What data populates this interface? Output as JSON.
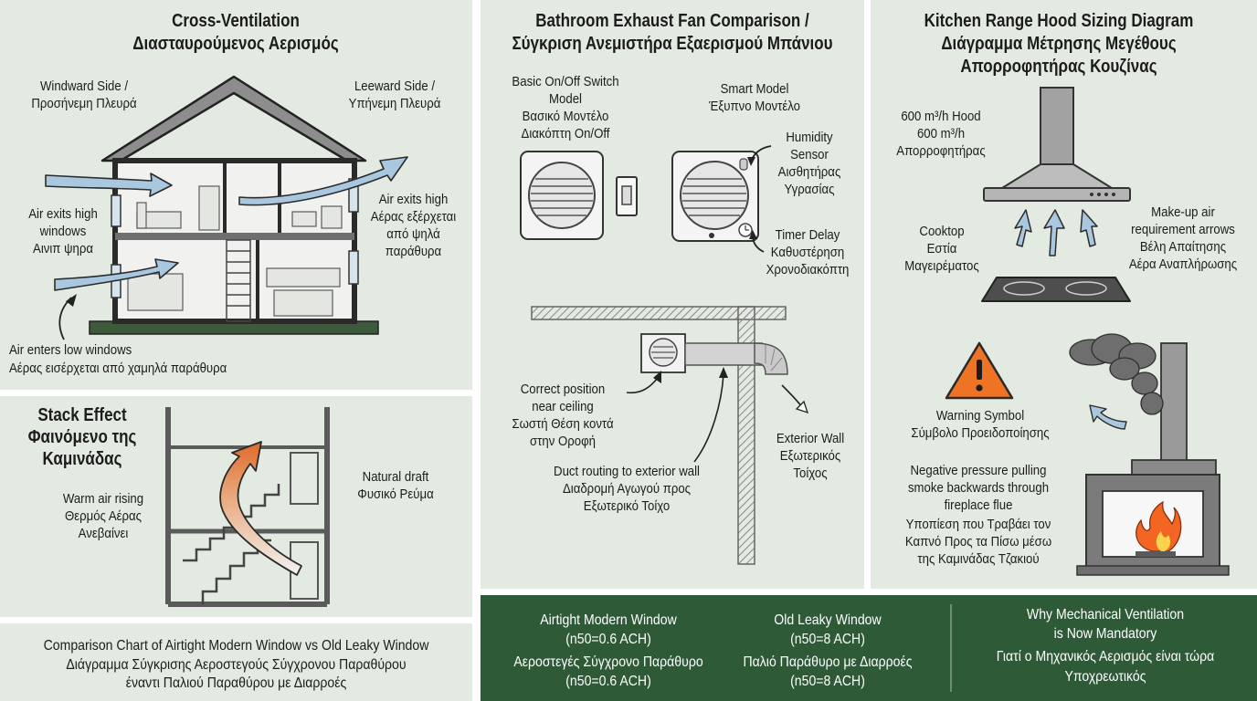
{
  "cross": {
    "title_en": "Cross-Ventilation",
    "title_gr": "Διασταυρούμενος Αερισμός",
    "windward_1": "Windward Side /",
    "windward_2": "Προσήνεμη Πλευρά",
    "leeward_1": "Leeward Side /",
    "leeward_2": "Υπήνεμη Πλευρά",
    "exit_left_1": "Air exits high",
    "exit_left_2": "windows",
    "exit_left_3": "Αινιπ ψηρα",
    "exit_right_1": "Air exits high",
    "exit_right_2": "Αέρας εξέρχεται",
    "exit_right_3": "από ψηλά",
    "exit_right_4": "παράθυρα",
    "enter_1": "Air enters low windows",
    "enter_2": "Αέρας εισέρχεται από χαμηλά παράθυρα"
  },
  "stack": {
    "title_1": "Stack Effect",
    "title_2": "Φαινόμενο της",
    "title_3": "Καμινάδας",
    "warm_1": "Warm air rising",
    "warm_2": "Θερμός Αέρας",
    "warm_3": "Ανεβαίνει",
    "draft_1": "Natural draft",
    "draft_2": "Φυσικό Ρεύμα"
  },
  "comparison_caption": {
    "line_1": "Comparison Chart of Airtight Modern Window vs Old Leaky Window",
    "line_2": "Διάγραμμα Σύγκρισης Αεροστεγούς Σύγχρονου Παραθύρου",
    "line_3": "έναντι Παλιού Παραθύρου με Διαρροές"
  },
  "bath": {
    "title_1": "Bathroom Exhaust Fan Comparison /",
    "title_2": "Σύγκριση Ανεμιστήρα Εξαερισμού Μπάνιου",
    "basic_1": "Basic On/Off Switch",
    "basic_2": "Model",
    "basic_3": "Βασικό Μοντέλο",
    "basic_4": "Διακόπτη On/Off",
    "smart_1": "Smart Model",
    "smart_2": "Έξυπνο Μοντέλο",
    "humidity_1": "Humidity",
    "humidity_2": "Sensor",
    "humidity_3": "Αισθητήρας",
    "humidity_4": "Υγρασίας",
    "timer_1": "Timer Delay",
    "timer_2": "Καθυστέρηση",
    "timer_3": "Χρονοδιακόπτη",
    "position_1": "Correct position",
    "position_2": "near ceiling",
    "position_3": "Σωστή Θέση κοντά",
    "position_4": "στην Οροφή",
    "duct_1": "Duct routing to exterior wall",
    "duct_2": "Διαδρομή Αγωγού προς",
    "duct_3": "Εξωτερικό Τοίχο",
    "exterior_1": "Exterior Wall",
    "exterior_2": "Εξωτερικός",
    "exterior_3": "Τοίχος"
  },
  "kitchen": {
    "title_1": "Kitchen Range Hood Sizing Diagram",
    "title_2": "Διάγραμμα Μέτρησης Μεγέθους",
    "title_3": "Απορροφητήρας Κουζίνας",
    "hood_1": "600 m³/h Hood",
    "hood_2": "600 m³/h",
    "hood_3": "Απορροφητήρας",
    "cooktop_1": "Cooktop",
    "cooktop_2": "Εστία",
    "cooktop_3": "Μαγειρέματος",
    "makeup_1": "Make-up air",
    "makeup_2": "requirement arrows",
    "makeup_3": "Βέλη Απαίτησης",
    "makeup_4": "Αέρα Αναπλήρωσης",
    "warning_1": "Warning Symbol",
    "warning_2": "Σύμβολο Προειδοποίησης",
    "neg_1": "Negative pressure pulling",
    "neg_2": "smoke backwards through",
    "neg_3": "fireplace flue",
    "neg_4": "Υποπίεση που Τραβάει τον",
    "neg_5": "Καπνό Προς τα Πίσω μέσω",
    "neg_6": "της Καμινάδας Τζακιού"
  },
  "bottom": {
    "airtight_1": "Airtight Modern Window",
    "airtight_2": "(n50=0.6 ACH)",
    "airtight_3": "Αεροστεγές Σύγχρονο Παράθυρο",
    "airtight_4": "(n50=0.6 ACH)",
    "leaky_1": "Old Leaky Window",
    "leaky_2": "(n50=8 ACH)",
    "leaky_3": "Παλιό Παράθυρο με Διαρροές",
    "leaky_4": "(n50=8 ACH)",
    "why_1": "Why Mechanical Ventilation",
    "why_2": "is Now Mandatory",
    "why_3": "Γιατί ο Μηχανικός Αερισμός είναι τώρα",
    "why_4": "Υποχρεωτικός"
  },
  "colors": {
    "panel_bg": "#e3eae1",
    "banner_bg": "#2f5a37",
    "arrow_blue": "#a9c8e0",
    "warning_orange": "#ee7324",
    "flame": "#f26522"
  }
}
